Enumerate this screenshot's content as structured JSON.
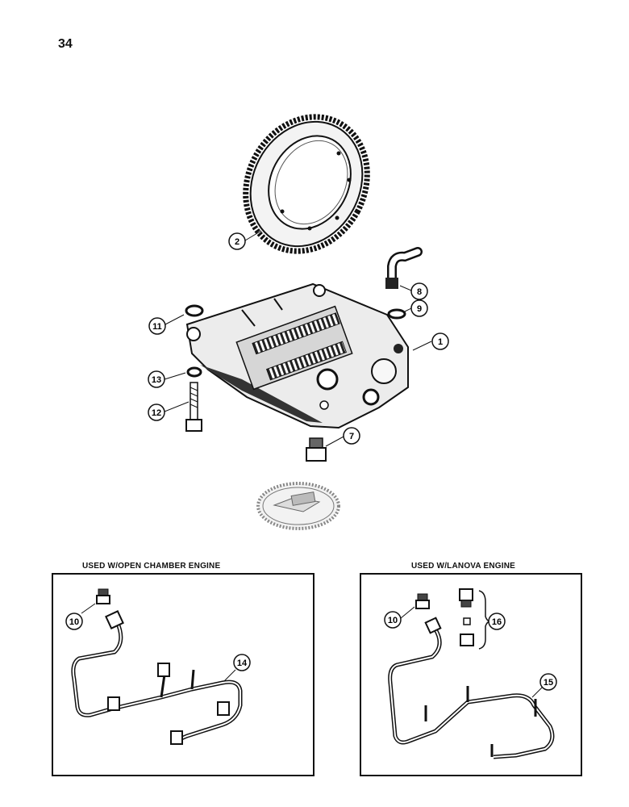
{
  "page": {
    "number": "34"
  },
  "callouts": {
    "c1": "1",
    "c2": "2",
    "c7": "7",
    "c8": "8",
    "c9": "9",
    "c10a": "10",
    "c10b": "10",
    "c11": "11",
    "c12": "12",
    "c13": "13",
    "c14": "14",
    "c15": "15",
    "c16": "16"
  },
  "panels": {
    "left": {
      "title": "USED W/OPEN CHAMBER ENGINE"
    },
    "right": {
      "title": "USED W/LANOVA ENGINE"
    }
  }
}
